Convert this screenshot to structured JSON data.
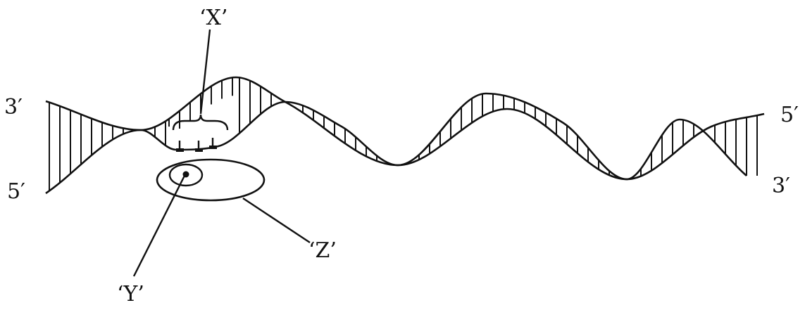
{
  "labels": {
    "x": "‘X’",
    "y": "‘Y’",
    "z": "‘Z’",
    "left_top_end": "3′",
    "left_bottom_end": "5′",
    "right_top_end": "5′",
    "right_bottom_end": "3′"
  }
}
